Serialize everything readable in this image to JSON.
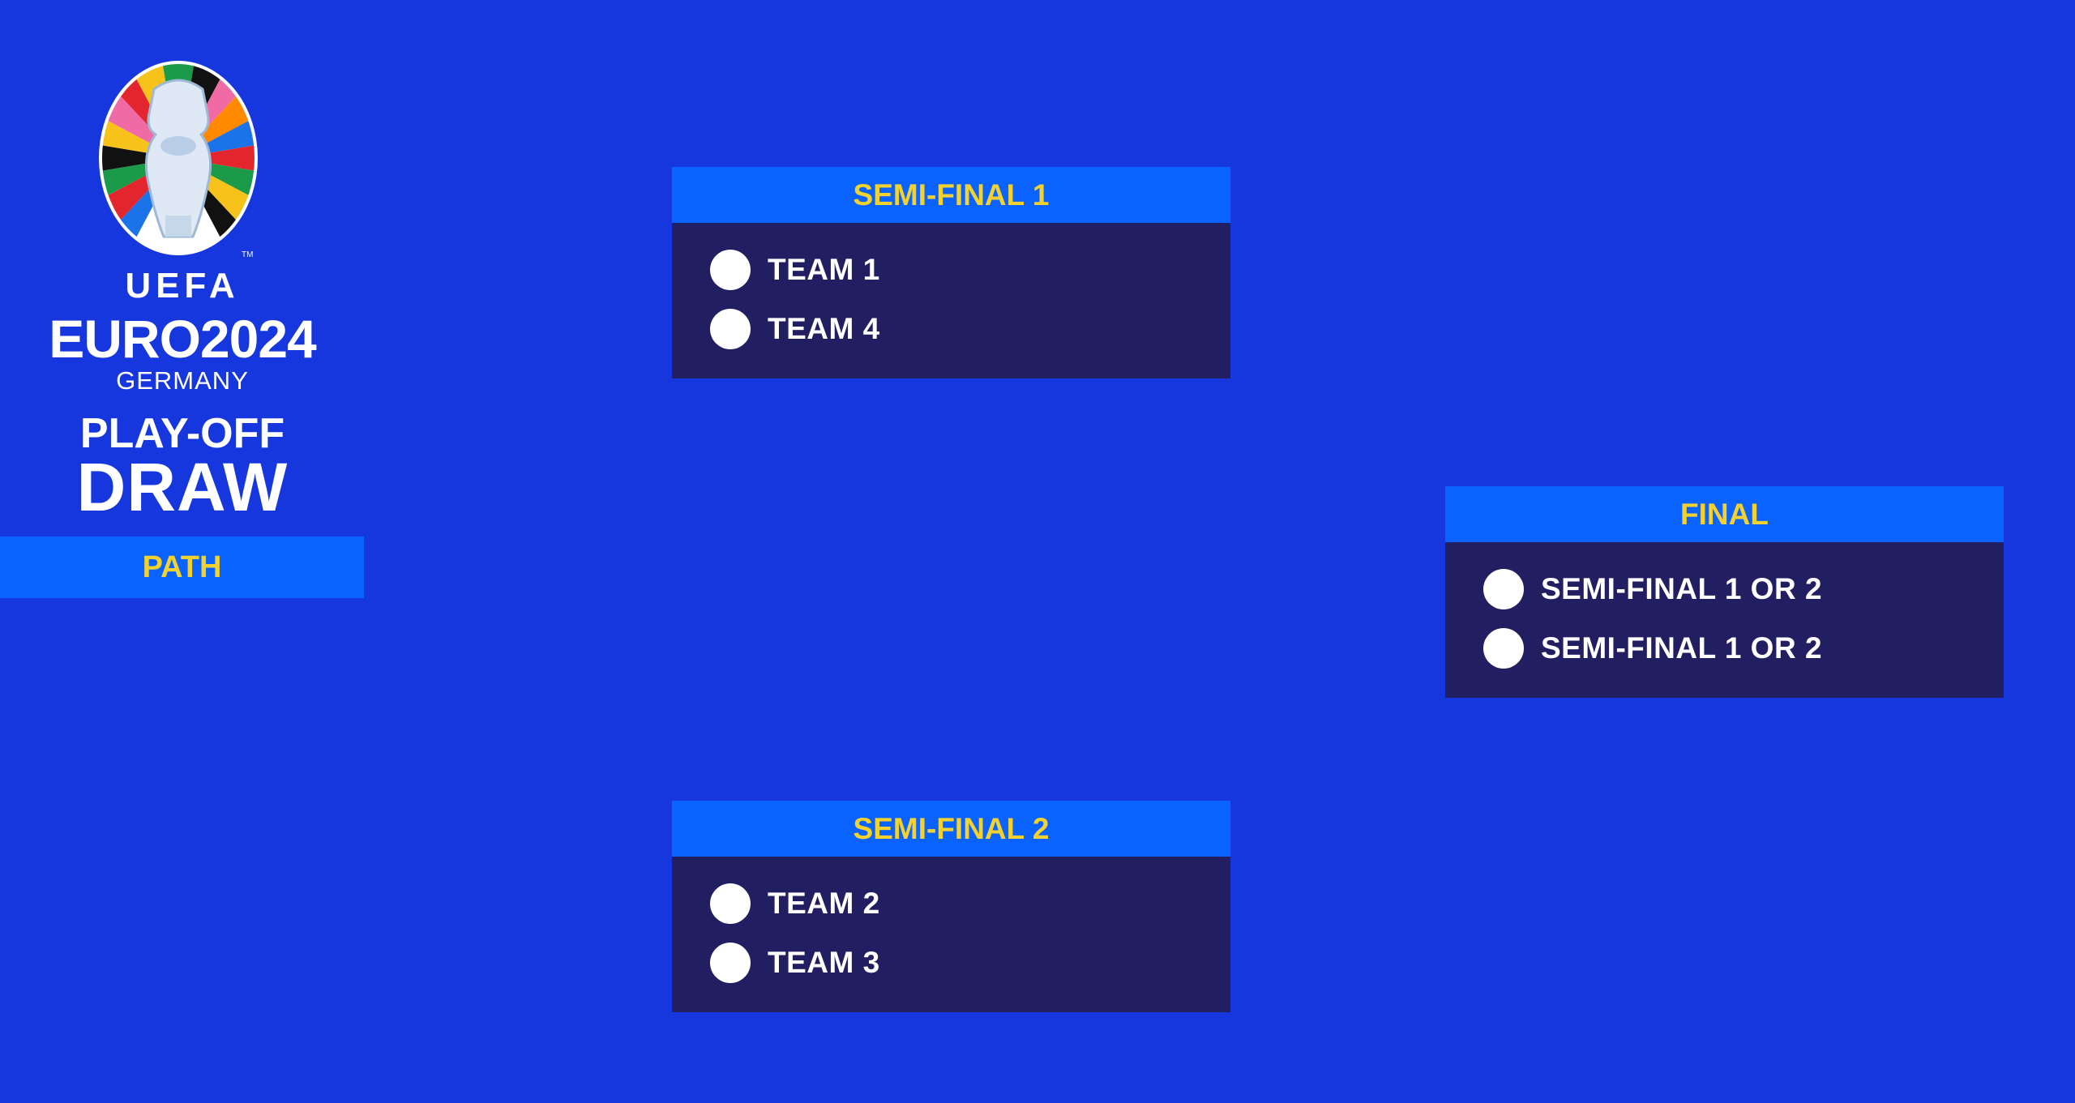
{
  "logo": {
    "tm": "TM",
    "uefa": "UEFA",
    "wordmark": "EURO2024",
    "country": "GERMANY",
    "title_line1": "PLAY-OFF",
    "title_line2": "DRAW",
    "trophy_icon": "euro-trophy-icon",
    "colors": [
      "#e3262e",
      "#f7c21a",
      "#1b9a4a",
      "#1a73e8",
      "#111111",
      "#ffffff",
      "#f06aa6",
      "#ff8a00"
    ]
  },
  "path": {
    "label": "PATH"
  },
  "matches": {
    "sf1": {
      "title": "SEMI-FINAL 1",
      "teams": [
        "TEAM 1",
        "TEAM 4"
      ]
    },
    "sf2": {
      "title": "SEMI-FINAL 2",
      "teams": [
        "TEAM 2",
        "TEAM 3"
      ]
    },
    "final": {
      "title": "FINAL",
      "teams": [
        "SEMI-FINAL 1 OR 2",
        "SEMI-FINAL 1 OR 2"
      ]
    }
  },
  "colors": {
    "background": "#1636de",
    "header_bar": "#0a63ff",
    "header_text": "#f3d230",
    "card_body": "#211e62",
    "team_text": "#ffffff"
  }
}
